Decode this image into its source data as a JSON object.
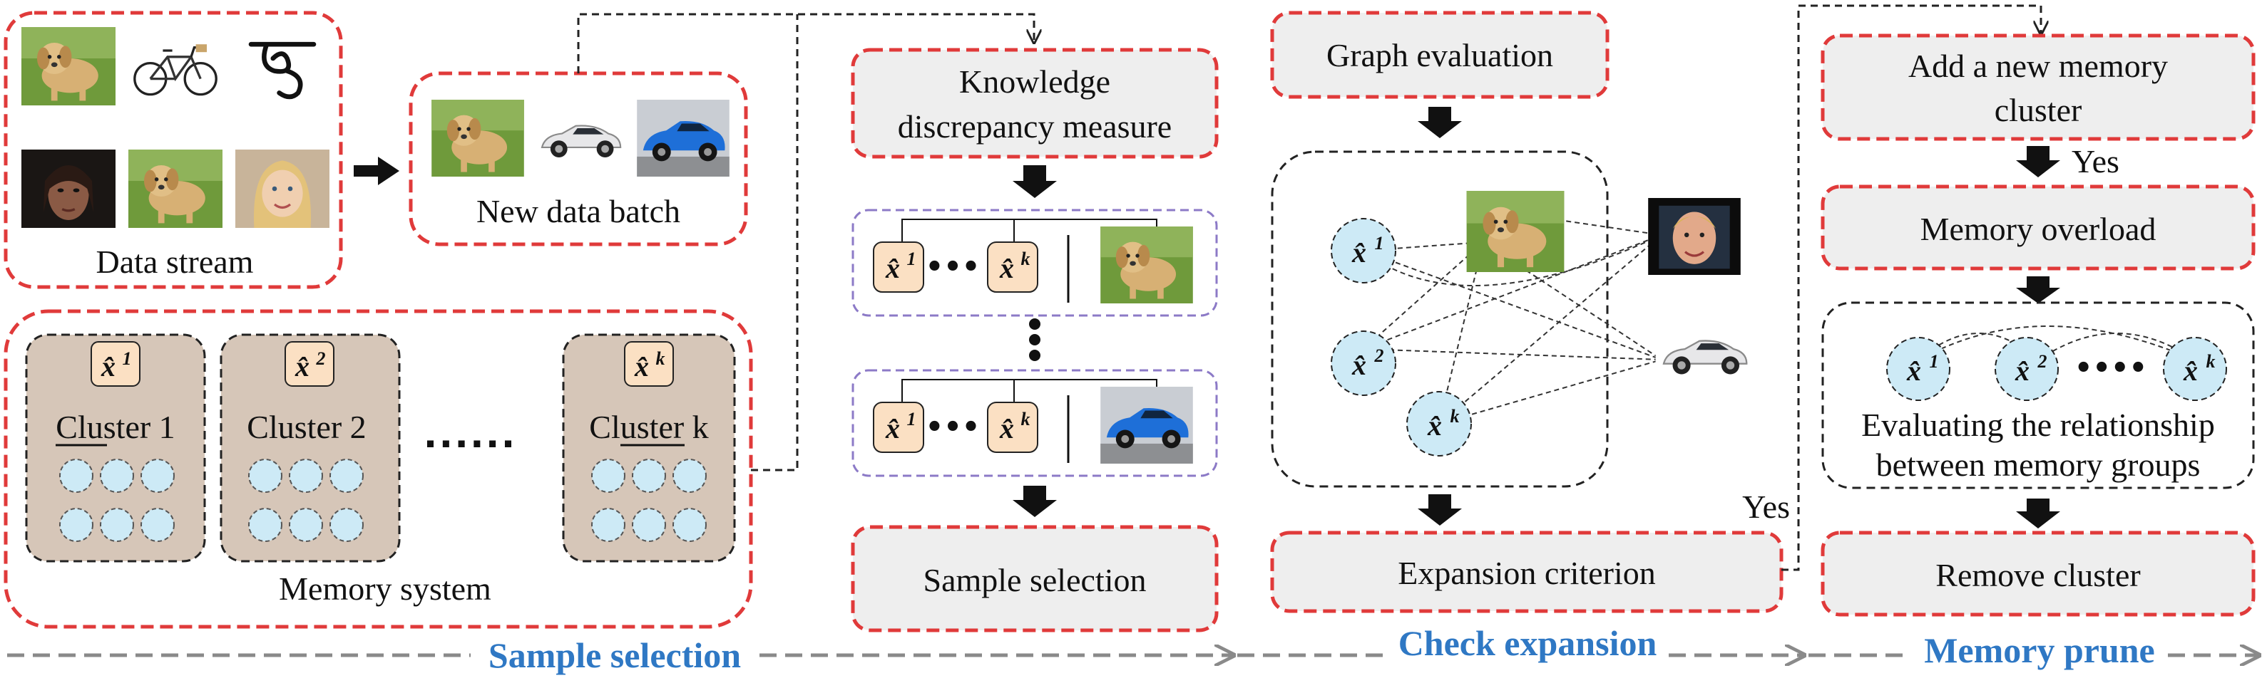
{
  "data_stream": {
    "label": "Data stream"
  },
  "new_data_batch": {
    "label": "New data batch"
  },
  "memory_system": {
    "label": "Memory system",
    "ellipsis": "......",
    "clusters": [
      {
        "symbol": "x̂",
        "index": "1",
        "label": "Cluster 1"
      },
      {
        "symbol": "x̂",
        "index": "2",
        "label": "Cluster 2"
      },
      {
        "symbol": "x̂",
        "index": "k",
        "label": "Cluster k"
      }
    ]
  },
  "selection": {
    "knowledge_line1": "Knowledge",
    "knowledge_line2": "discrepancy measure",
    "sample_selection_box": "Sample selection",
    "rep_dots": "•••",
    "rep_symbols": [
      {
        "symbol": "x̂",
        "index": "1"
      },
      {
        "symbol": "x̂",
        "index": "k"
      }
    ]
  },
  "check_expansion": {
    "graph_evaluation": "Graph evaluation",
    "expansion_criterion": "Expansion criterion",
    "yes": "Yes",
    "nodes": [
      {
        "symbol": "x̂",
        "index": "1"
      },
      {
        "symbol": "x̂",
        "index": "2"
      },
      {
        "symbol": "x̂",
        "index": "k"
      }
    ]
  },
  "memory_prune": {
    "add_line1": "Add a new memory",
    "add_line2": "cluster",
    "yes": "Yes",
    "memory_overload": "Memory overload",
    "eval_line1": "Evaluating the relationship",
    "eval_line2": "between memory groups",
    "remove_cluster": "Remove cluster",
    "dots": "••••",
    "nodes": [
      {
        "symbol": "x̂",
        "index": "1"
      },
      {
        "symbol": "x̂",
        "index": "2"
      },
      {
        "symbol": "x̂",
        "index": "k"
      }
    ]
  },
  "phases": {
    "sample_selection": "Sample selection",
    "check_expansion": "Check expansion",
    "memory_prune": "Memory prune"
  },
  "images": {
    "dog": "dog-photo-icon",
    "bicycle": "bicycle-icon",
    "handwritten_char": "handwritten-character-icon",
    "face_dark": "face-photo-icon",
    "child": "child-photo-icon",
    "white_car": "white-car-icon",
    "blue_car": "blue-car-icon",
    "man_face": "man-face-photo-icon"
  },
  "colors": {
    "red_dashed": "#e03a3a",
    "panel_grey": "#eeeeee",
    "cluster_fill": "#d6c6b8",
    "node_fill": "#cdeaf6",
    "symbol_fill": "#fbe0c3",
    "rep_border": "#8c7ac7",
    "phase_blue": "#2f78c4",
    "phase_arrow": "#8a8a8a"
  }
}
